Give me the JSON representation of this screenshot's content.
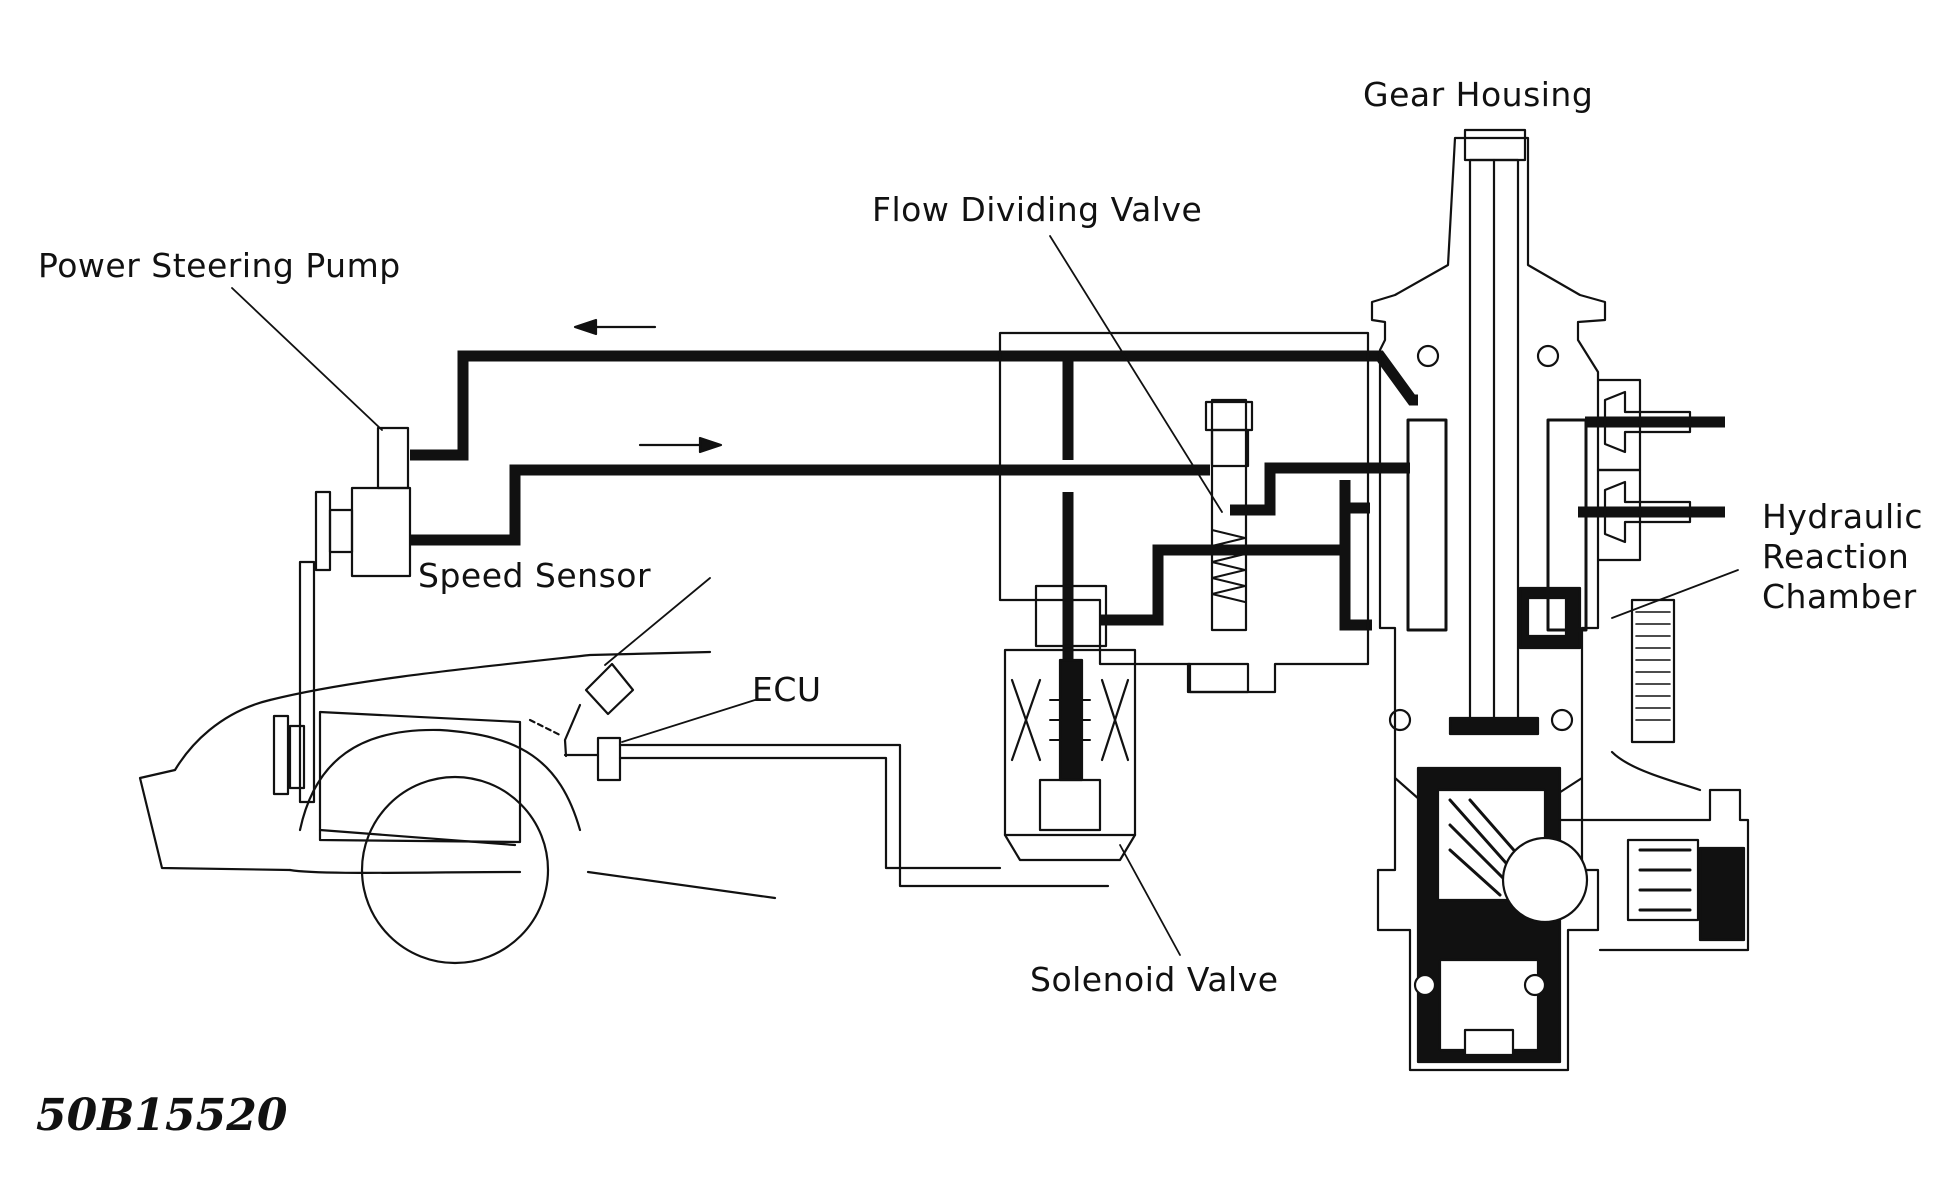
{
  "labels": {
    "gear_housing": "Gear Housing",
    "flow_dividing_valve": "Flow Dividing Valve",
    "power_steering_pump": "Power Steering Pump",
    "speed_sensor": "Speed Sensor",
    "ecu": "ECU",
    "hydraulic_reaction_chamber": [
      "Hydraulic",
      "Reaction",
      "Chamber"
    ],
    "solenoid_valve": "Solenoid Valve"
  },
  "figure_id": "50B15520",
  "colors": {
    "ink": "#111111",
    "background": "#ffffff"
  },
  "flow_arrows": [
    "return-left-arrow",
    "supply-right-arrow"
  ]
}
